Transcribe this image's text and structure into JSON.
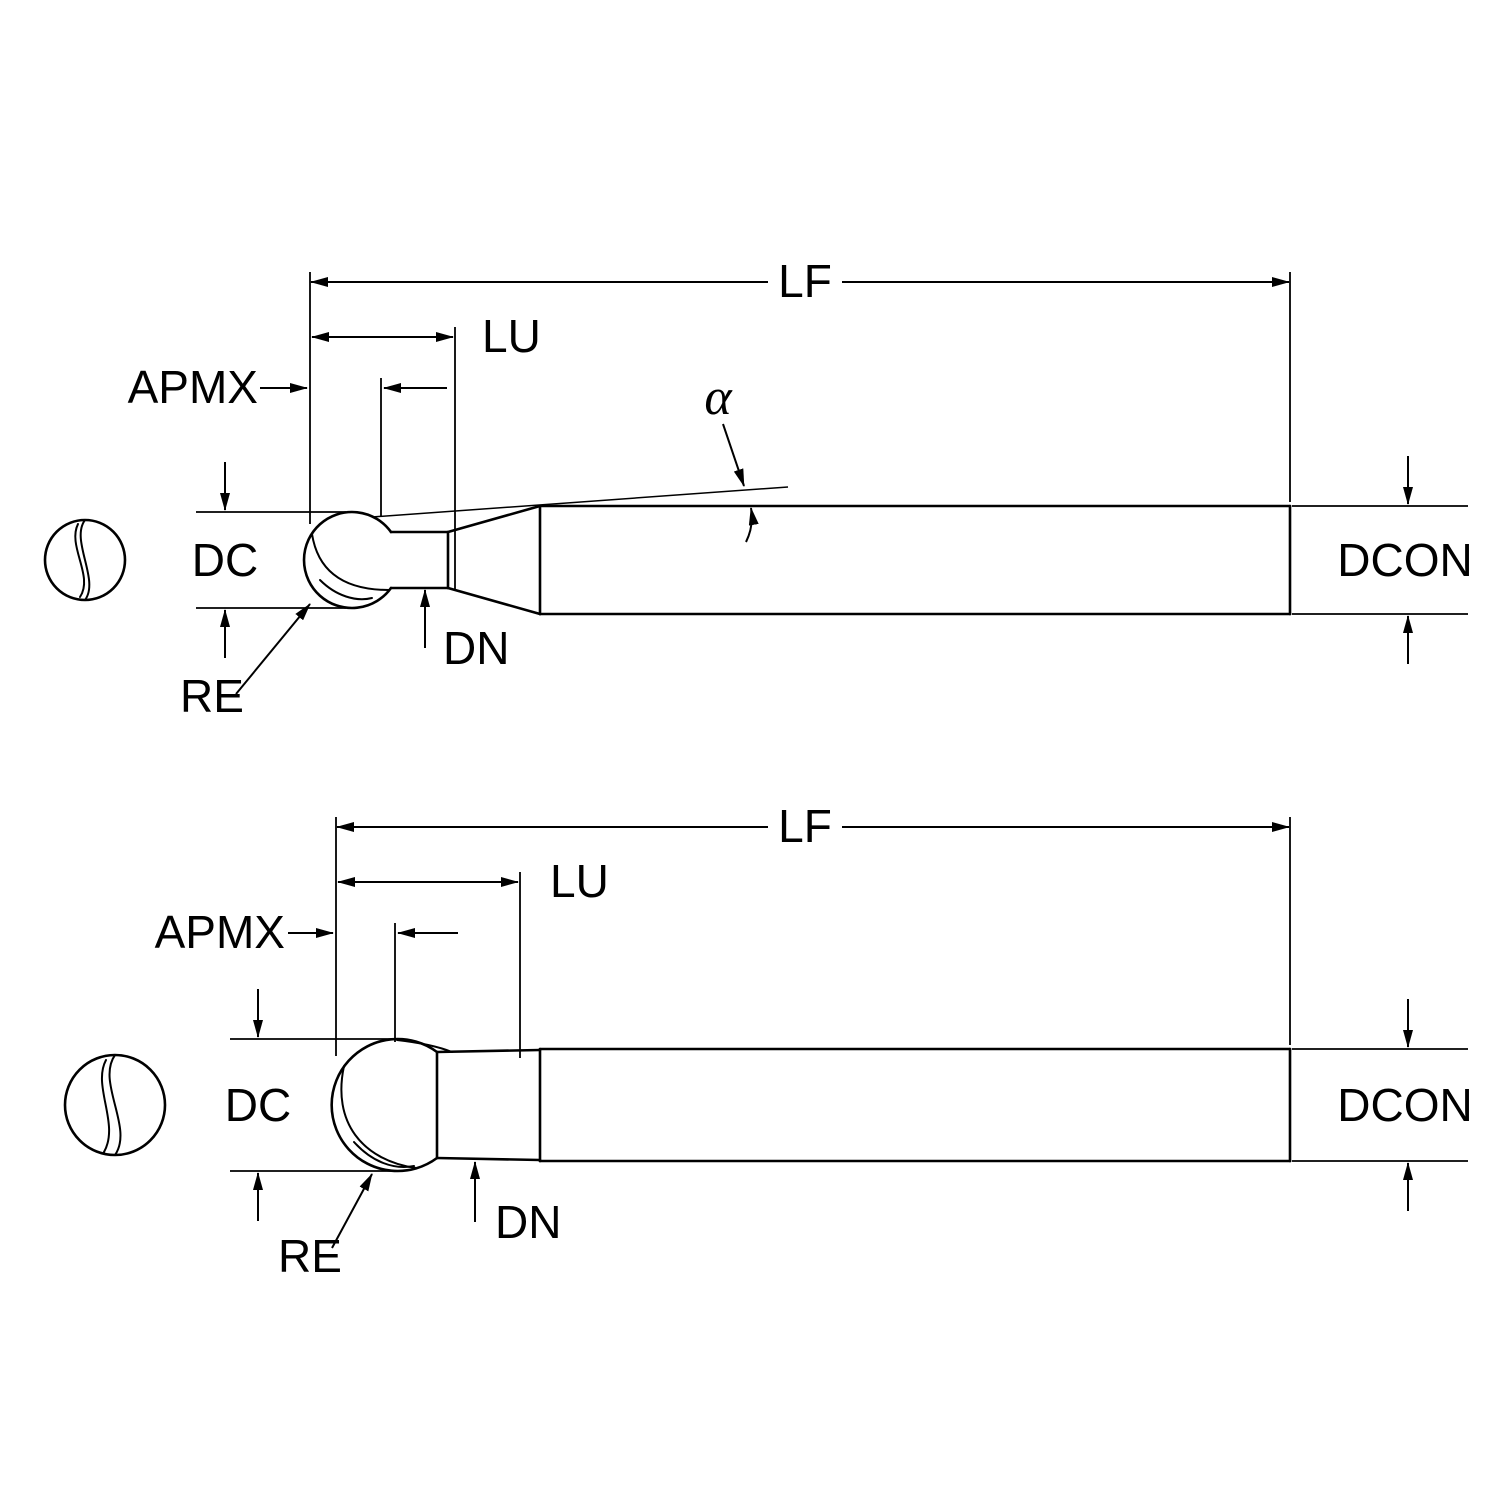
{
  "drawing": {
    "type": "technical-dimension-diagram",
    "subject": "ball nose end mill",
    "colors": {
      "line": "#000000",
      "background": "#ffffff"
    }
  },
  "top_view": {
    "labels": {
      "lf": "LF",
      "lu": "LU",
      "apmx": "APMX",
      "alpha": "α",
      "dc": "DC",
      "dn": "DN",
      "re": "RE",
      "dcon": "DCON"
    }
  },
  "bottom_view": {
    "labels": {
      "lf": "LF",
      "lu": "LU",
      "apmx": "APMX",
      "dc": "DC",
      "dn": "DN",
      "re": "RE",
      "dcon": "DCON"
    }
  }
}
